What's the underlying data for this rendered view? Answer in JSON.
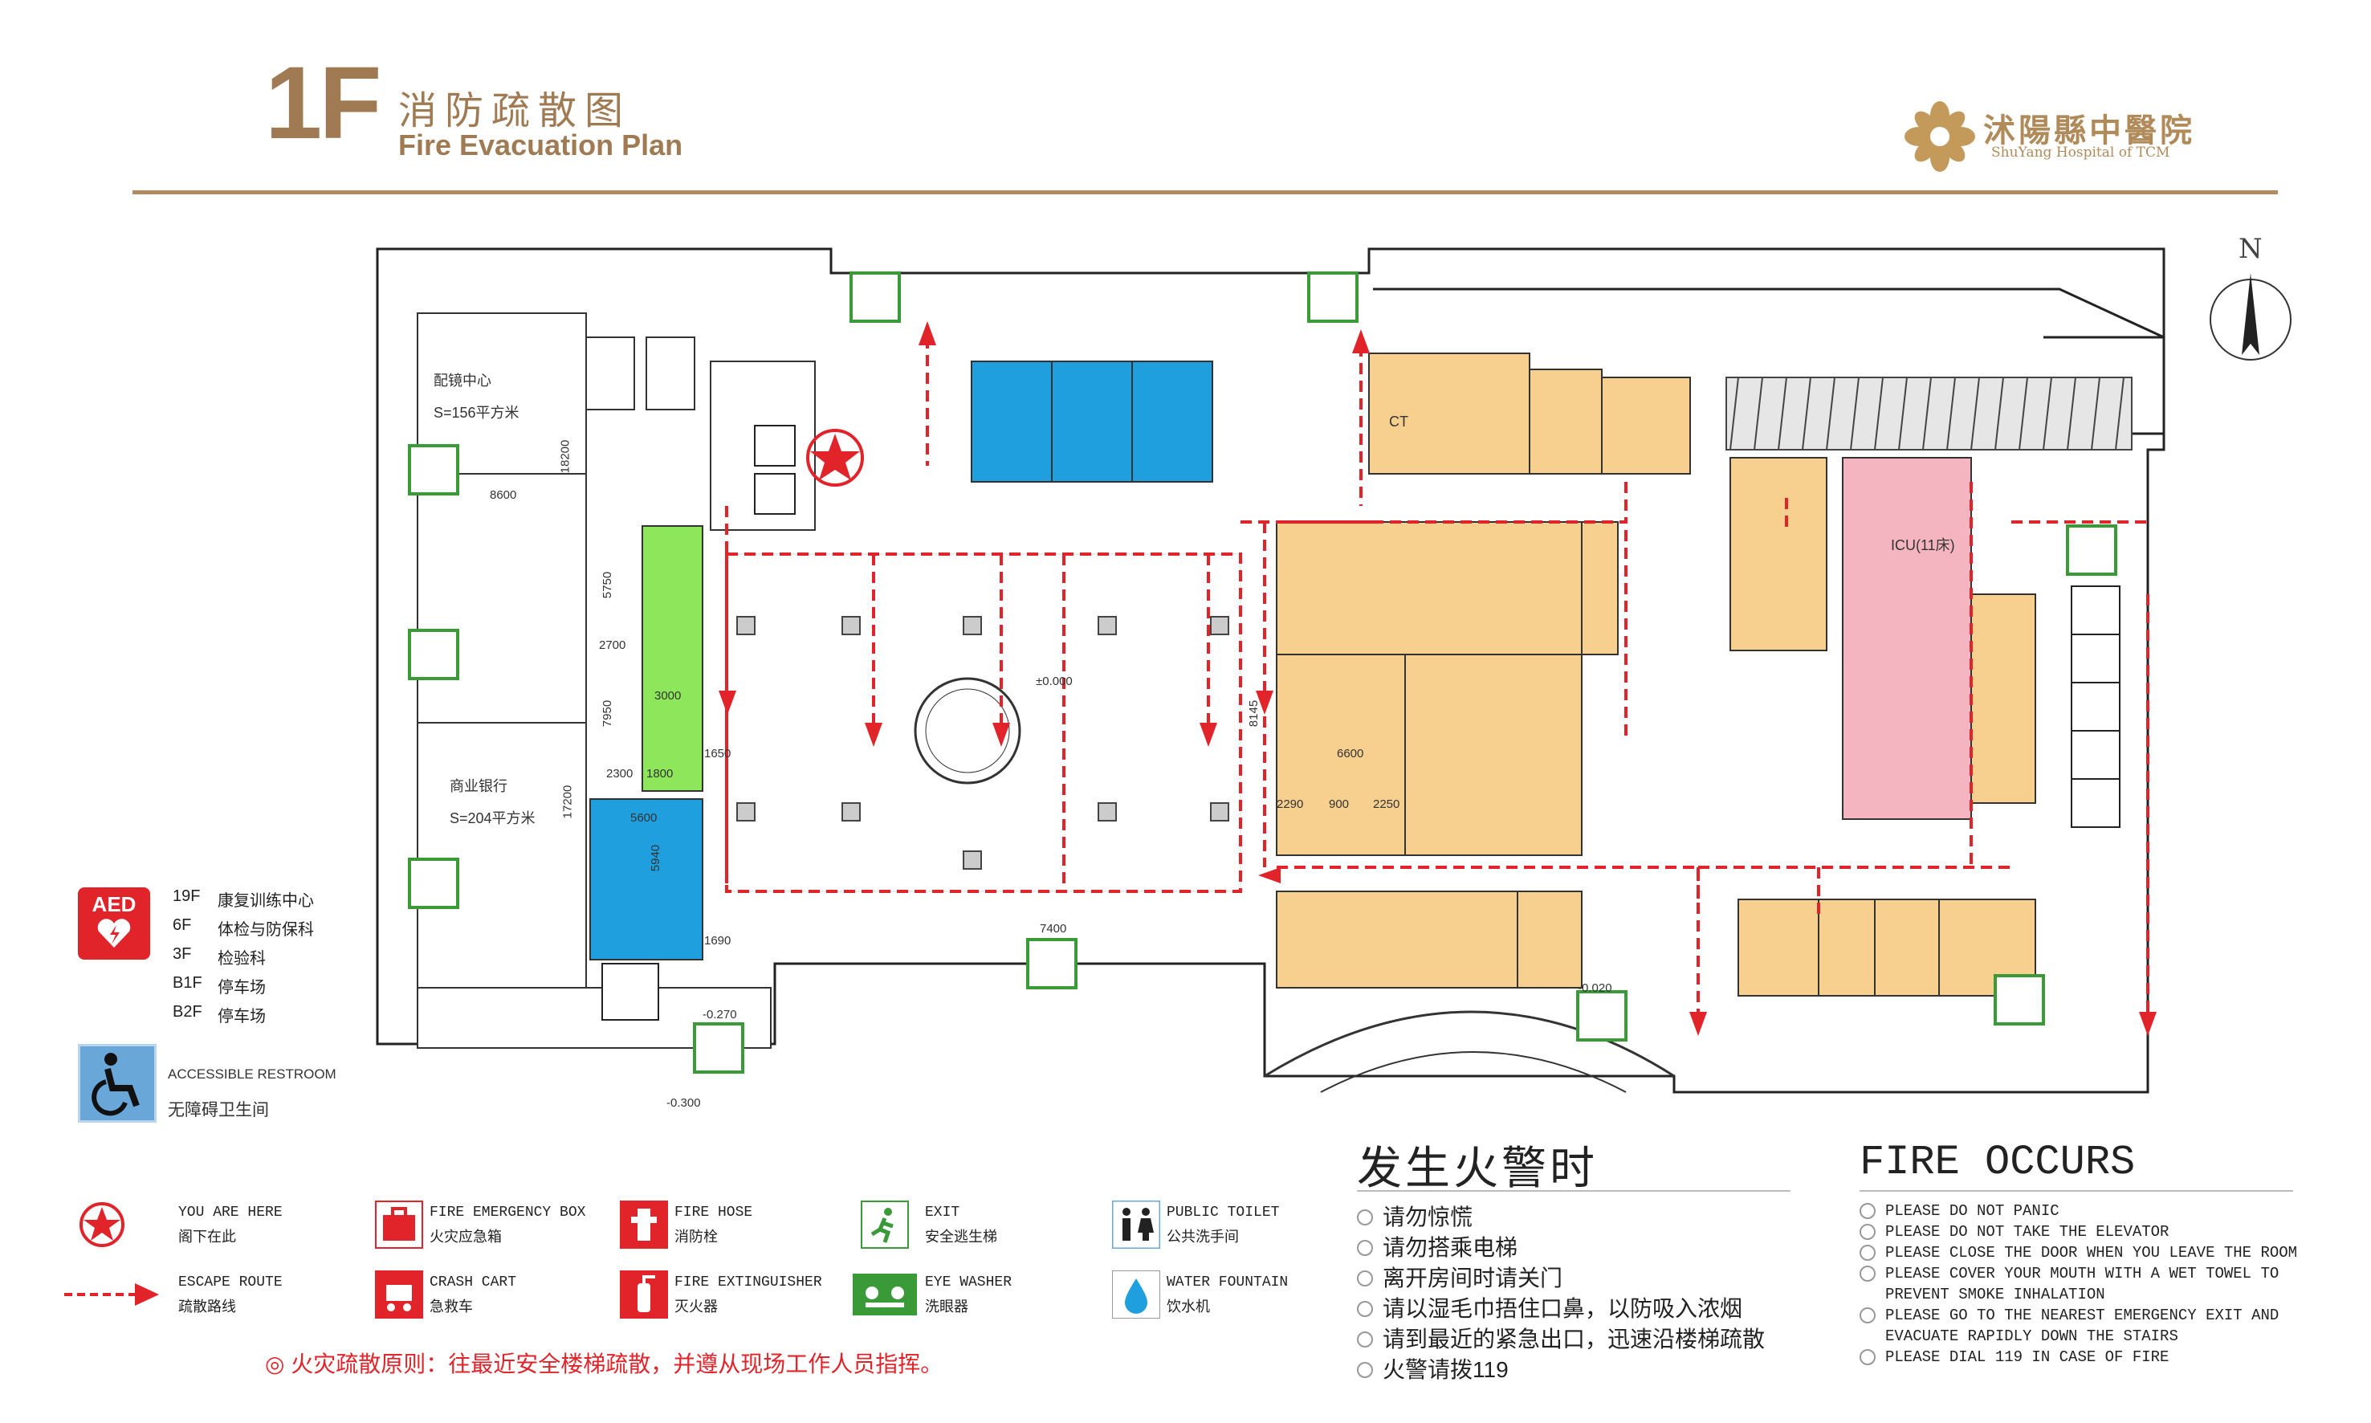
{
  "header": {
    "floor": "1F",
    "title_cn": "消防疏散图",
    "title_en": "Fire Evacuation Plan",
    "logo_cn": "沭陽縣中醫院",
    "logo_en": "ShuYang Hospital of TCM",
    "accent_color": "#a07a52"
  },
  "compass": {
    "label": "N"
  },
  "aed": {
    "badge": "AED",
    "floors": [
      {
        "floor": "19F",
        "name": "康复训练中心"
      },
      {
        "floor": "6F",
        "name": "体检与防保科"
      },
      {
        "floor": "3F",
        "name": "检验科"
      },
      {
        "floor": "B1F",
        "name": "停车场"
      },
      {
        "floor": "B2F",
        "name": "停车场"
      }
    ]
  },
  "accessible": {
    "label_en": "ACCESSIBLE RESTROOM",
    "label_cn": "无障碍卫生间"
  },
  "legend": [
    {
      "en": "YOU ARE HERE",
      "cn": "阁下在此",
      "icon": "star-icon"
    },
    {
      "en": "FIRE EMERGENCY BOX",
      "cn": "火灾应急箱",
      "icon": "fire-box-icon"
    },
    {
      "en": "FIRE HOSE",
      "cn": "消防栓",
      "icon": "fire-hose-icon"
    },
    {
      "en": "EXIT",
      "cn": "安全逃生梯",
      "icon": "exit-icon"
    },
    {
      "en": "PUBLIC TOILET",
      "cn": "公共洗手间",
      "icon": "toilet-icon"
    },
    {
      "en": "ESCAPE ROUTE",
      "cn": "疏散路线",
      "icon": "escape-route-icon"
    },
    {
      "en": "CRASH CART",
      "cn": "急救车",
      "icon": "crash-cart-icon"
    },
    {
      "en": "FIRE EXTINGUISHER",
      "cn": "灭火器",
      "icon": "extinguisher-icon"
    },
    {
      "en": "EYE WASHER",
      "cn": "洗眼器",
      "icon": "eye-washer-icon"
    },
    {
      "en": "WATER FOUNTAIN",
      "cn": "饮水机",
      "icon": "water-fountain-icon"
    }
  ],
  "principle": "◎ 火灾疏散原则：往最近安全楼梯疏散，并遵从现场工作人员指挥。",
  "fire_cn": {
    "title": "发生火警时",
    "items": [
      "请勿惊慌",
      "请勿搭乘电梯",
      "离开房间时请关门",
      "请以湿毛巾捂住口鼻，以防吸入浓烟",
      "请到最近的紧急出口，迅速沿楼梯疏散",
      "火警请拨119"
    ]
  },
  "fire_en": {
    "title": "FIRE OCCURS",
    "items": [
      "PLEASE DO NOT PANIC",
      "PLEASE DO NOT TAKE THE ELEVATOR",
      "PLEASE CLOSE THE DOOR WHEN YOU LEAVE THE ROOM",
      "PLEASE COVER YOUR MOUTH WITH A WET TOWEL TO PREVENT SMOKE INHALATION",
      "PLEASE GO TO THE NEAREST EMERGENCY EXIT AND EVACUATE RAPIDLY DOWN THE STAIRS",
      "PLEASE DIAL 119 IN CASE OF FIRE"
    ]
  },
  "map": {
    "rooms": {
      "distribution_center": "配镜中心",
      "distribution_area": "S=156平方米",
      "bank": "商业银行",
      "bank_area": "S=204平方米",
      "ct": "CT",
      "icu": "ICU(11床)"
    },
    "dims": [
      "8600",
      "18200",
      "5750",
      "2700",
      "7950",
      "3000",
      "2300",
      "1800",
      "17200",
      "5600",
      "5940",
      "1650",
      "1690",
      "7400",
      "6600",
      "8145",
      "2290",
      "900",
      "2250"
    ],
    "levels": [
      "±0.000",
      "-0.270",
      "-0.020",
      "-0.300"
    ],
    "colors": {
      "orange_room": "#f7cf8e",
      "pink_room": "#f4b4c0",
      "blue_room": "#1f9fde",
      "green_room": "#8ee65a",
      "route": "#e0242a",
      "exit_green": "#3a9a38"
    }
  }
}
